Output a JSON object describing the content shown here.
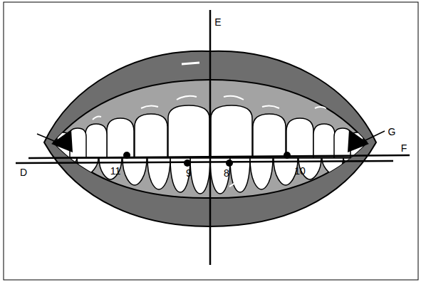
{
  "diagram": {
    "labels": [
      "E",
      "G",
      "F",
      "D",
      "11",
      "9",
      "8",
      "10"
    ]
  }
}
